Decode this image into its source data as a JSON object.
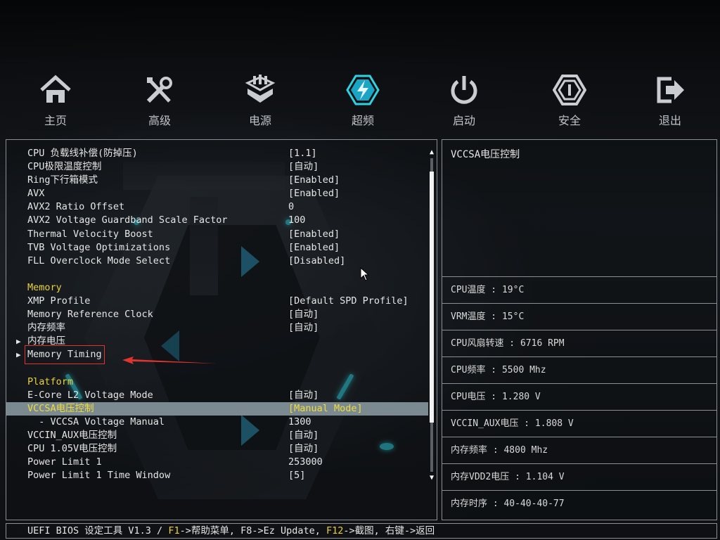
{
  "nav": [
    {
      "label": "主页",
      "icon": "home-icon"
    },
    {
      "label": "高级",
      "icon": "tools-icon"
    },
    {
      "label": "电源",
      "icon": "power-chip-icon"
    },
    {
      "label": "超频",
      "icon": "overclock-icon"
    },
    {
      "label": "启动",
      "icon": "power-button-icon"
    },
    {
      "label": "安全",
      "icon": "shield-icon"
    },
    {
      "label": "退出",
      "icon": "exit-icon"
    }
  ],
  "menu": [
    {
      "label": "CPU 负载线补偿(防掉压)",
      "value": "[1.1]"
    },
    {
      "label": "CPU极限温度控制",
      "value": "[自动]"
    },
    {
      "label": "Ring下行箱模式",
      "value": "[Enabled]"
    },
    {
      "label": "AVX",
      "value": "[Enabled]"
    },
    {
      "label": "AVX2 Ratio Offset",
      "value": "0"
    },
    {
      "label": "AVX2 Voltage Guardband Scale Factor",
      "value": "100"
    },
    {
      "label": "Thermal Velocity Boost",
      "value": "[Enabled]"
    },
    {
      "label": "TVB Voltage Optimizations",
      "value": "[Enabled]"
    },
    {
      "label": "FLL Overclock Mode Select",
      "value": "[Disabled]"
    },
    {
      "label": "",
      "value": ""
    },
    {
      "label": "Memory",
      "value": "",
      "type": "section"
    },
    {
      "label": "XMP Profile",
      "value": "[Default SPD Profile]"
    },
    {
      "label": "Memory Reference Clock",
      "value": "[自动]"
    },
    {
      "label": "内存频率",
      "value": "[自动]"
    },
    {
      "label": "内存电压",
      "value": "",
      "type": "submenu"
    },
    {
      "label": "Memory Timing",
      "value": "",
      "type": "submenu",
      "highlight": true
    },
    {
      "label": "",
      "value": ""
    },
    {
      "label": "Platform",
      "value": "",
      "type": "section"
    },
    {
      "label": "E-Core L2 Voltage Mode",
      "value": "[自动]"
    },
    {
      "label": "VCCSA电压控制",
      "value": "[Manual Mode]",
      "selected": true
    },
    {
      "label": "  - VCCSA Voltage Manual",
      "value": "1300"
    },
    {
      "label": "VCCIN_AUX电压控制",
      "value": "[自动]"
    },
    {
      "label": "CPU 1.05V电压控制",
      "value": "[自动]"
    },
    {
      "label": "Power Limit 1",
      "value": "253000"
    },
    {
      "label": "Power Limit 1 Time Window",
      "value": "[5]"
    }
  ],
  "help_text": "VCCSA电压控制",
  "stats": [
    "CPU温度 : 19°C",
    "VRM温度 : 15°C",
    "CPU风扇转速 : 6716 RPM",
    "CPU频率 : 5500 Mhz",
    "CPU电压 : 1.280 V",
    "VCCIN_AUX电压 : 1.808 V",
    "内存频率 : 4800 Mhz",
    "内存VDD2电压 : 1.104 V",
    "内存时序 : 40-40-40-77"
  ],
  "footer": {
    "title": "UEFI BIOS 设定工具 V1.3 / ",
    "f1_key": "F1",
    "f1_text": "->帮助菜单, F8->Ez Update, ",
    "f12_key": "F12",
    "f12_text": "->截图, 右键->返回"
  },
  "scrollbar": {
    "position": 0.21,
    "visible_fraction": 0.8
  },
  "colors": {
    "accent": "#e8d13a",
    "selected_bg": "#7a8a90",
    "highlight_box": "#e0352f",
    "glow": "#2fd3e0"
  }
}
